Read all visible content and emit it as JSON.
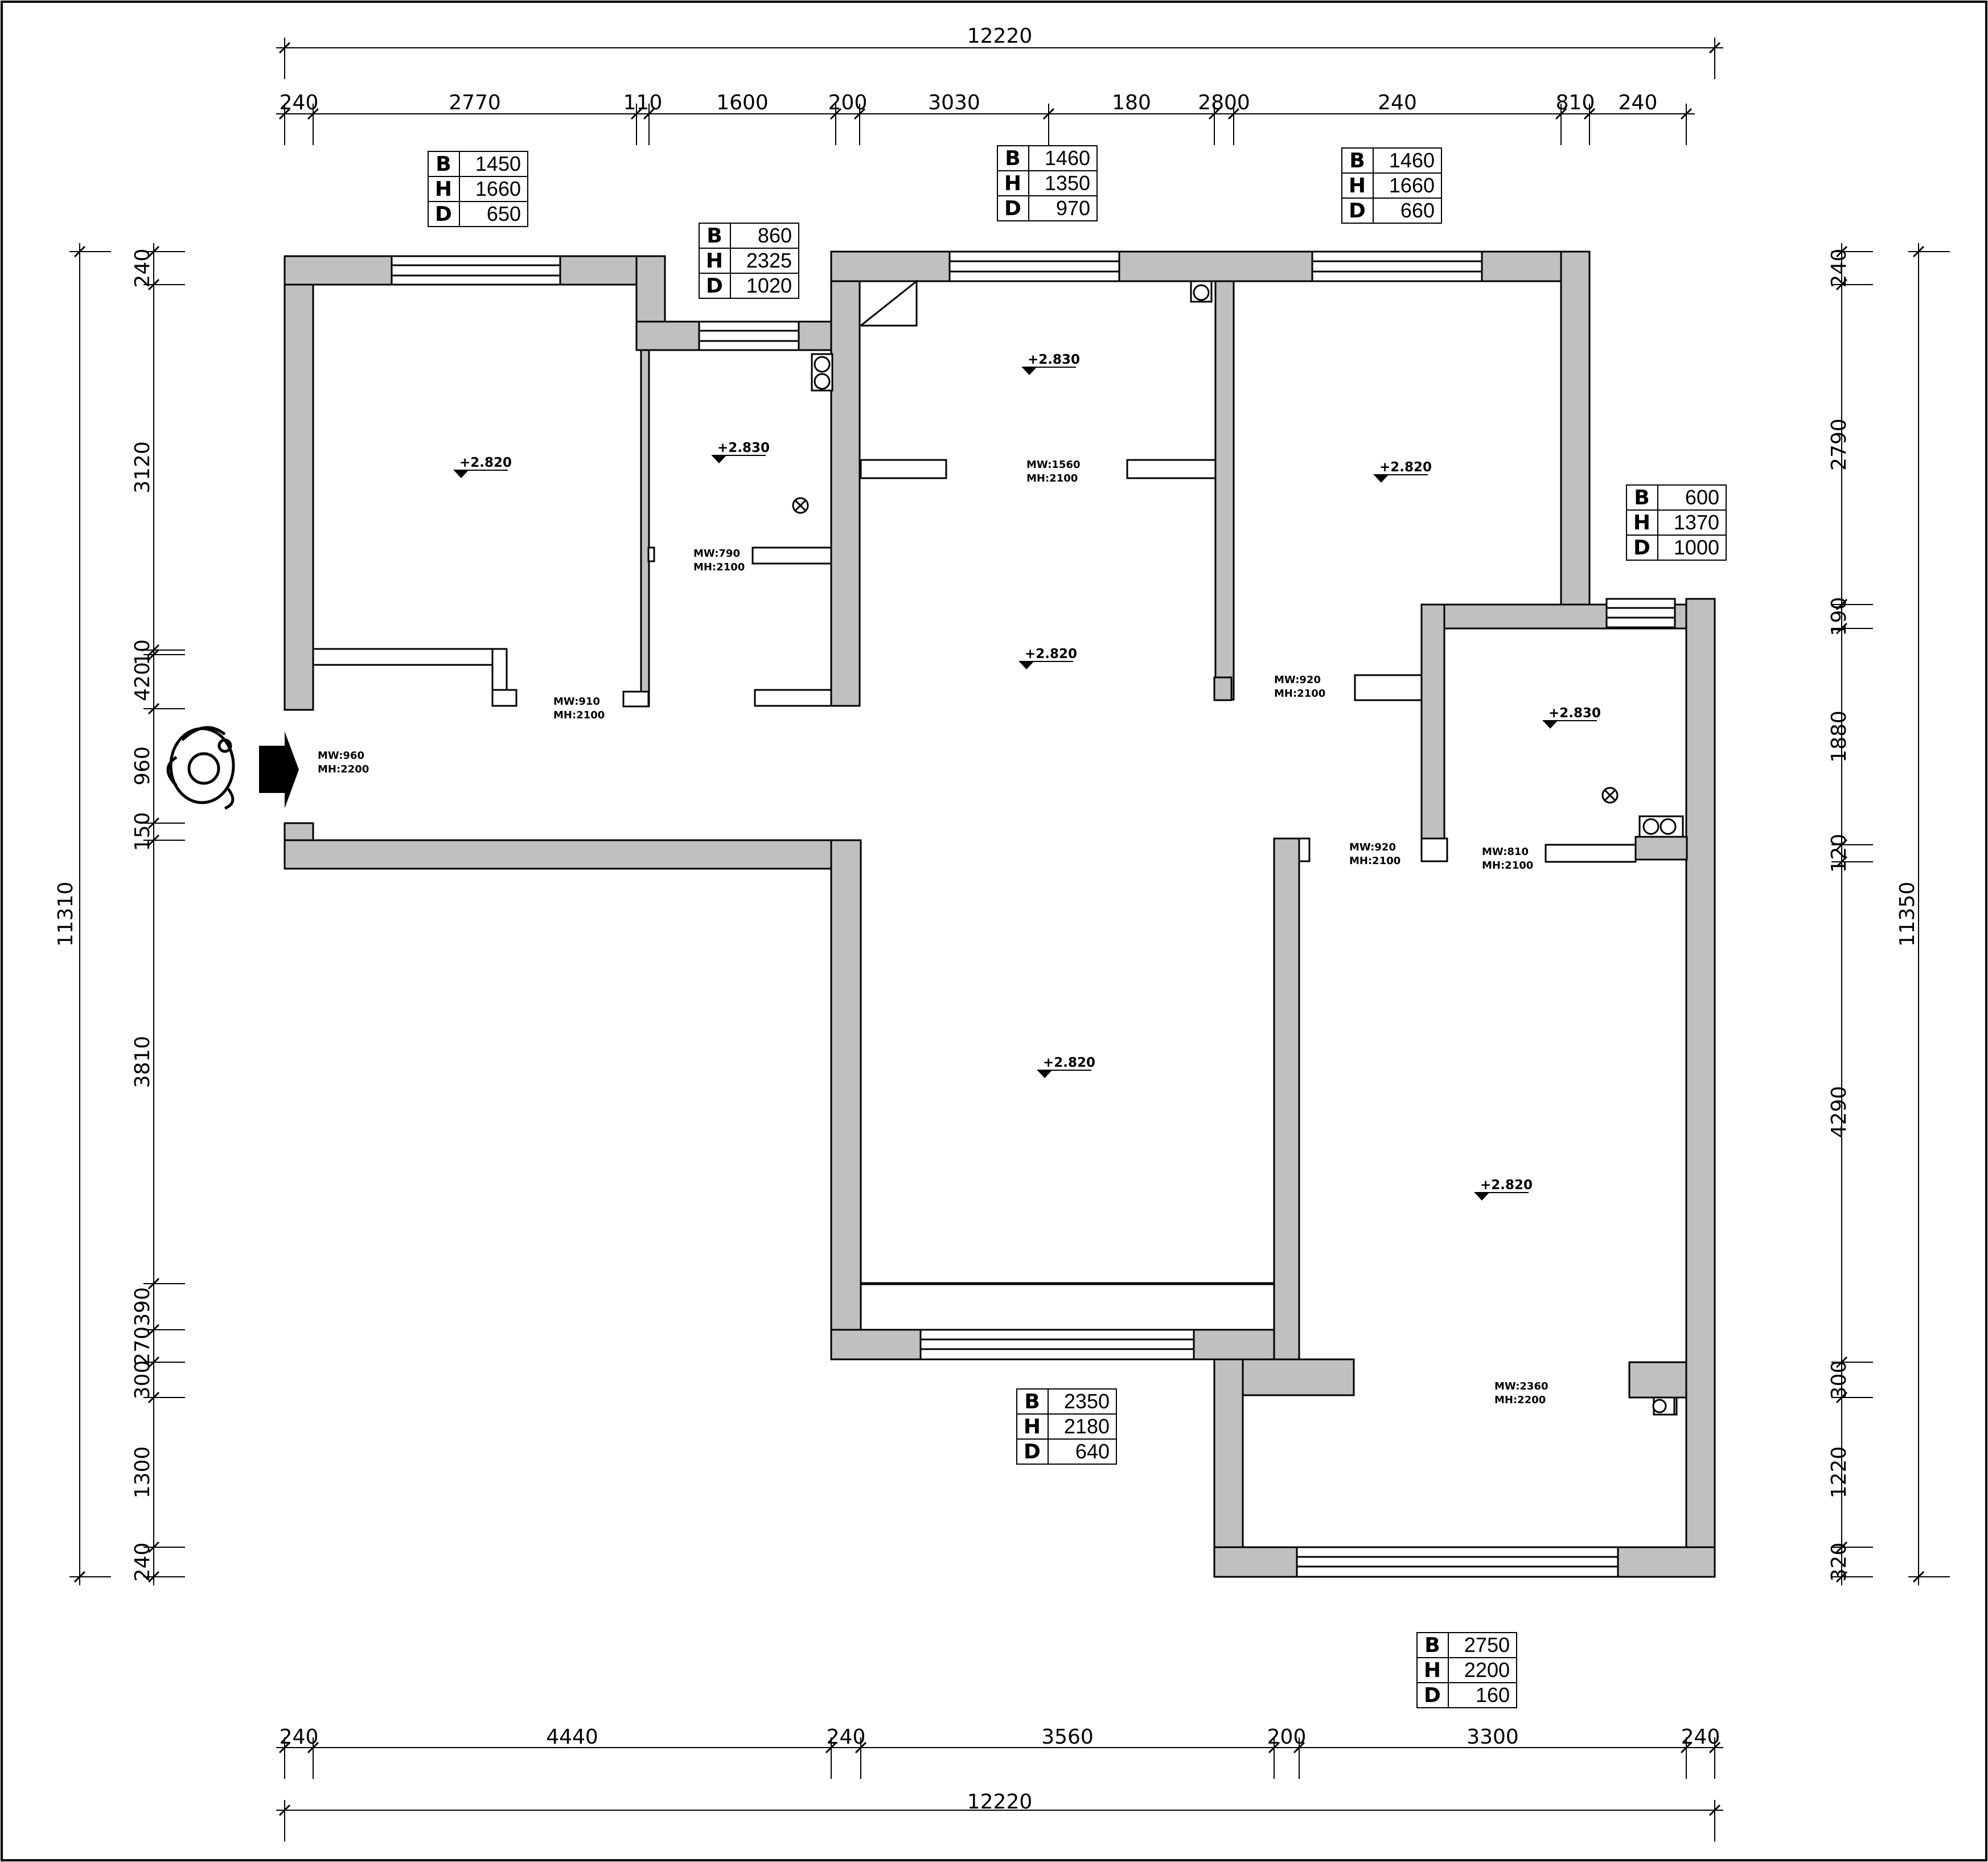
{
  "colors": {
    "wall": "#c0c0c0",
    "line": "#000000",
    "bg": "#ffffff"
  },
  "dimensions": {
    "top_total": "12220",
    "top": [
      "240",
      "2770",
      "110",
      "1600",
      "200",
      "3030",
      "180",
      "2800",
      "240",
      "810",
      "240"
    ],
    "bottom_total": "12220",
    "bottom": [
      "240",
      "4440",
      "240",
      "3560",
      "200",
      "3300",
      "240"
    ],
    "left_total": "11310",
    "left": [
      "240",
      "3120",
      "10",
      "420",
      "960",
      "150",
      "3810",
      "390",
      "270",
      "300",
      "1300",
      "240"
    ],
    "right_total": "11350",
    "right": [
      "240",
      "2790",
      "190",
      "1880",
      "120",
      "4290",
      "300",
      "1220",
      "320"
    ]
  },
  "window_tables": [
    {
      "rows": [
        {
          "k": "B",
          "v": "1450"
        },
        {
          "k": "H",
          "v": "1660"
        },
        {
          "k": "D",
          "v": "650"
        }
      ]
    },
    {
      "rows": [
        {
          "k": "B",
          "v": "860"
        },
        {
          "k": "H",
          "v": "2325"
        },
        {
          "k": "D",
          "v": "1020"
        }
      ]
    },
    {
      "rows": [
        {
          "k": "B",
          "v": "1460"
        },
        {
          "k": "H",
          "v": "1350"
        },
        {
          "k": "D",
          "v": "970"
        }
      ]
    },
    {
      "rows": [
        {
          "k": "B",
          "v": "1460"
        },
        {
          "k": "H",
          "v": "1660"
        },
        {
          "k": "D",
          "v": "660"
        }
      ]
    },
    {
      "rows": [
        {
          "k": "B",
          "v": "600"
        },
        {
          "k": "H",
          "v": "1370"
        },
        {
          "k": "D",
          "v": "1000"
        }
      ]
    },
    {
      "rows": [
        {
          "k": "B",
          "v": "2350"
        },
        {
          "k": "H",
          "v": "2180"
        },
        {
          "k": "D",
          "v": "640"
        }
      ]
    },
    {
      "rows": [
        {
          "k": "B",
          "v": "2750"
        },
        {
          "k": "H",
          "v": "2200"
        },
        {
          "k": "D",
          "v": "160"
        }
      ]
    }
  ],
  "levels": [
    "+2.820",
    "+2.830",
    "+2.830",
    "+2.820",
    "+2.820",
    "+2.830",
    "+2.820",
    "+2.820"
  ],
  "door_labels": [
    {
      "w": "MW:960",
      "h": "MH:2200"
    },
    {
      "w": "MW:910",
      "h": "MH:2100"
    },
    {
      "w": "MW:790",
      "h": "MH:2100"
    },
    {
      "w": "MW:1560",
      "h": "MH:2100"
    },
    {
      "w": "MW:920",
      "h": "MH:2100"
    },
    {
      "w": "MW:920",
      "h": "MH:2100"
    },
    {
      "w": "MW:810",
      "h": "MH:2100"
    },
    {
      "w": "MW:2360",
      "h": "MH:2200"
    }
  ],
  "icons": {
    "entry": "entry-arrow-icon",
    "person": "person-figure-icon",
    "floor_drain": "floor-drain-icon",
    "pipe": "pipe-riser-icon"
  }
}
